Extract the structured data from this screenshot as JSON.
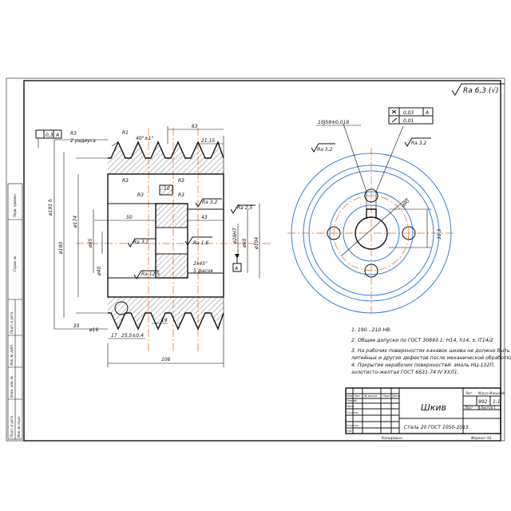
{
  "roughness": {
    "general": "Ra 6,3 (√)",
    "ra32a": "Ra 3,2",
    "ra32b": "Ra 3,2",
    "ra32c": "Ra 3,2",
    "ra32d": "Ra 3,2",
    "ra25": "Ra 2,5",
    "ra16": "Ra 1,6",
    "ra125": "Ra 12,5"
  },
  "tolerance_frame_left": {
    "value": "0,3",
    "datum": "А"
  },
  "tolerance_frame_right": {
    "row1_value": "0,03",
    "row1_datum": "А",
    "row2_value": "0,01"
  },
  "datum_label": "А",
  "left_view": {
    "r3_two_radii": "R3",
    "two_radii_text": "2 радиуса",
    "r1": "R1",
    "angle": "40°±1°",
    "dim_63": "63",
    "dim_215": "21,15",
    "r3_a": "R3",
    "r3_b": "R3",
    "r3_c": "R3",
    "r3_d": "R3",
    "dim_10": "10",
    "dim_50": "50",
    "dim_43": "43",
    "chamfer": "2х45°",
    "chamfer2": "5 фасок",
    "dia_left_outer": "ø191 h",
    "dia_left_mid": "ø180",
    "dia_174": "ø174",
    "dia_85": "ø85",
    "dia_40": "ø40",
    "dia_bore": "ø28H7",
    "dia_60": "ø60",
    "dia_101": "ø104",
    "dim_35": "35",
    "dia_16": "ø16",
    "dim_17": "17",
    "dim_255": "25,5±0,4",
    "dim_19": "19",
    "dim_106": "106"
  },
  "right_view": {
    "keyway": "10JS9±0,018",
    "dim_90": "ø90",
    "dim_313": "31,3"
  },
  "notes": [
    "1. 190...210 НВ.",
    "2. Общие допуски по ГОСТ 30893.1: Н14, h14, ± IT14/2",
    "3. На рабочих поверхностях канавок шкива не должно быть раковин,",
    "литейных и других дефектов после механической обработки.",
    "4. Покрытие нерабочих поверхностей: эмаль НЦ-132П,",
    "золотисто-желтая ГОСТ 6631-74 IV УХЛ1."
  ],
  "title_block": {
    "part_name": "Шкив",
    "material": "Сталь 20 ГОСТ 1050-2013",
    "lit_label": "Лит.",
    "mass_label": "Масса",
    "scale_label": "Масштаб",
    "mass_value": "992",
    "scale_value": "1:1",
    "sheet_label": "Лист",
    "sheets_label": "Листов 1",
    "copied": "Копировал",
    "format": "Формат А3",
    "headers": [
      "Изм.",
      "Лист",
      "№ докум.",
      "Подп.",
      "Дата"
    ],
    "roles": [
      "Разраб.",
      "Пров.",
      "Т.контр.",
      "Н.контр.",
      "Утв."
    ]
  },
  "side_strip": [
    "Перв. примен.",
    "Справ. №",
    "Подп. и дата",
    "Инв. № дубл.",
    "Взам. инв. №",
    "Подп. и дата",
    "Инв. № подл."
  ]
}
